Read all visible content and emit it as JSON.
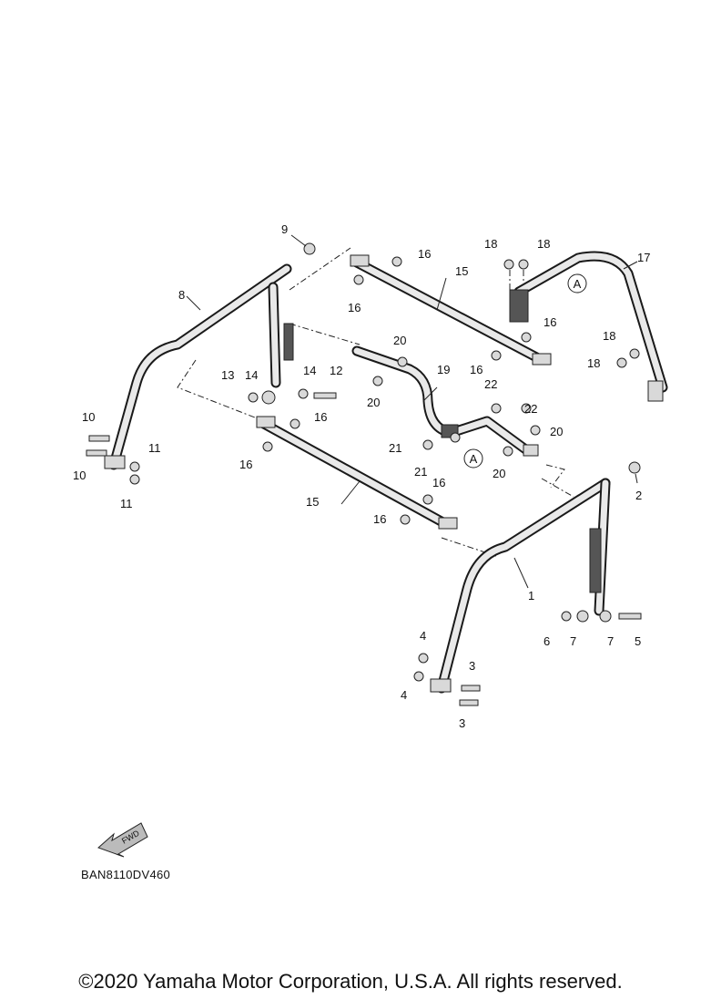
{
  "diagram": {
    "code": "BAN8110DV460",
    "copyright": "©2020 Yamaha Motor Corporation, U.S.A. All rights reserved.",
    "direction_arrow": "FWD",
    "ref_marker": "A",
    "callouts": {
      "c1": "1",
      "c2": "2",
      "c3a": "3",
      "c3b": "3",
      "c4a": "4",
      "c4b": "4",
      "c5": "5",
      "c6": "6",
      "c7a": "7",
      "c7b": "7",
      "c8": "8",
      "c9": "9",
      "c10a": "10",
      "c10b": "10",
      "c11a": "11",
      "c11b": "11",
      "c12": "12",
      "c13": "13",
      "c14a": "14",
      "c14b": "14",
      "c15a": "15",
      "c15b": "15",
      "c16a": "16",
      "c16b": "16",
      "c16c": "16",
      "c16d": "16",
      "c16e": "16",
      "c16f": "16",
      "c16g": "16",
      "c16h": "16",
      "c17": "17",
      "c18a": "18",
      "c18b": "18",
      "c18c": "18",
      "c18d": "18",
      "c19": "19",
      "c20a": "20",
      "c20b": "20",
      "c20c": "20",
      "c20d": "20",
      "c21a": "21",
      "c21b": "21",
      "c22a": "22",
      "c22b": "22"
    }
  }
}
